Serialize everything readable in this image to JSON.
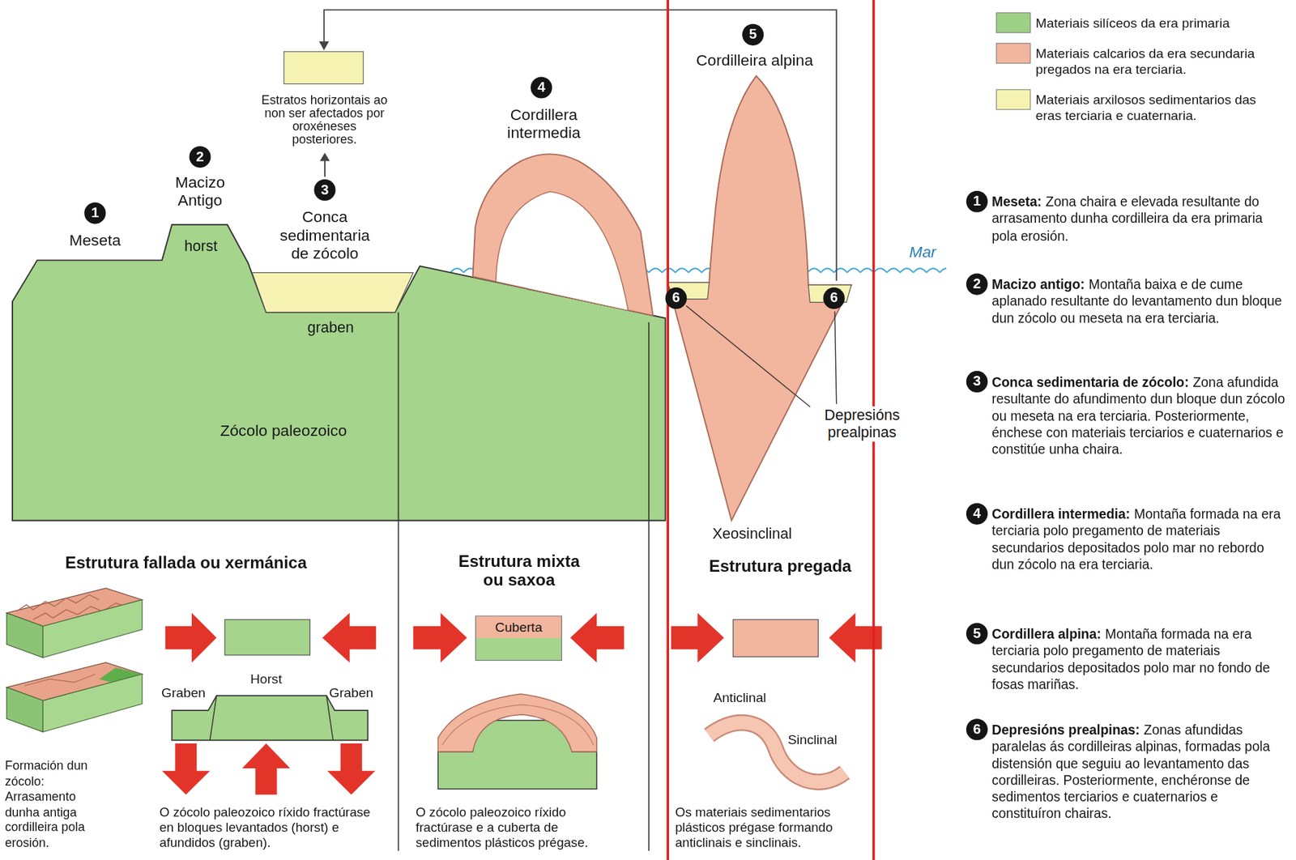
{
  "diagram": {
    "nodes": [
      {
        "text": [
          "Estratos horizontais ao non ser afectados por oroxéneses posteriores."
        ]
      },
      {
        "text": [
          "Cuberta"
        ]
      }
    ],
    "labels": [
      "1",
      "Meseta",
      "2",
      "Macizo Antigo",
      "horst",
      "3",
      "Conca sedimentaria de zócolo",
      "graben",
      "4",
      "Cordillera intermedia",
      "5",
      "Cordilleira alpina",
      "Mar",
      "6",
      "6",
      "Depresións prealpinas",
      "Zócolo paleozoico",
      "Xeosinclinal",
      "Estrutura fallada ou xermánica",
      "Estrutura mixta ou saxoa",
      "Estrutura pregada",
      "Graben",
      "Horst",
      "Graben",
      "Anticlinal",
      "Sinclinal",
      "Formación dun zócolo: Arrasamento dunha antiga cordilleira pola erosión.",
      "O zócolo paleozoico ríxido fractúrase en bloques levantados (horst) e afundidos (graben).",
      "O zócolo paleozoico ríxido fractúrase e a cuberta de sedimentos plásticos prégase.",
      "Os materiais sedimentarios plásticos prégase formando anticlinais e sinclinais.",
      "1",
      "Meseta:",
      "Zona chaira e elevada resultante do arrasamento dunha cordilleira da era primaria pola erosión.",
      "2",
      "Macizo antigo:",
      "Montaña baixa e de cume aplanado resultante do levantamento dun bloque dun zócolo ou meseta na era terciaria.",
      "3",
      "Conca sedimentaria de zócolo:",
      "Zona afundida resultante do afundimento dun bloque dun zócolo ou meseta na era terciaria. Posteriormente, énchese con materiais terciarios e cuaternarios e constitúe unha chaira.",
      "4",
      "Cordillera intermedia:",
      "Montaña formada na era terciaria polo pregamento de materiais secundarios depositados polo mar no rebordo dun zócolo na era terciaria.",
      "5",
      "Cordillera alpina:",
      "Montaña formada na era terciaria polo pregamento de materiais secundarios depositados polo mar no fondo de fosas mariñas.",
      "6",
      "Depresións prealpinas:",
      "Zonas afundidas paralelas ás cordilleiras alpinas, formadas pola distensión que seguiu ao levantamento das cordilleiras. Posteriormente, enchéronse de sedimentos terciarios e cuaternarios e constituíron chairas."
    ],
    "legend": [
      {
        "text": "Materiais silíceos da era primaria",
        "color": "#9dd185"
      },
      {
        "text": "Materiais calcarios da era secundaria pregados na era terciaria.",
        "color": "#f2b59e"
      },
      {
        "text": "Materiais arxilosos sedimentarios das eras terciaria e cuaternaria.",
        "color": "#f6f3b2"
      }
    ]
  }
}
